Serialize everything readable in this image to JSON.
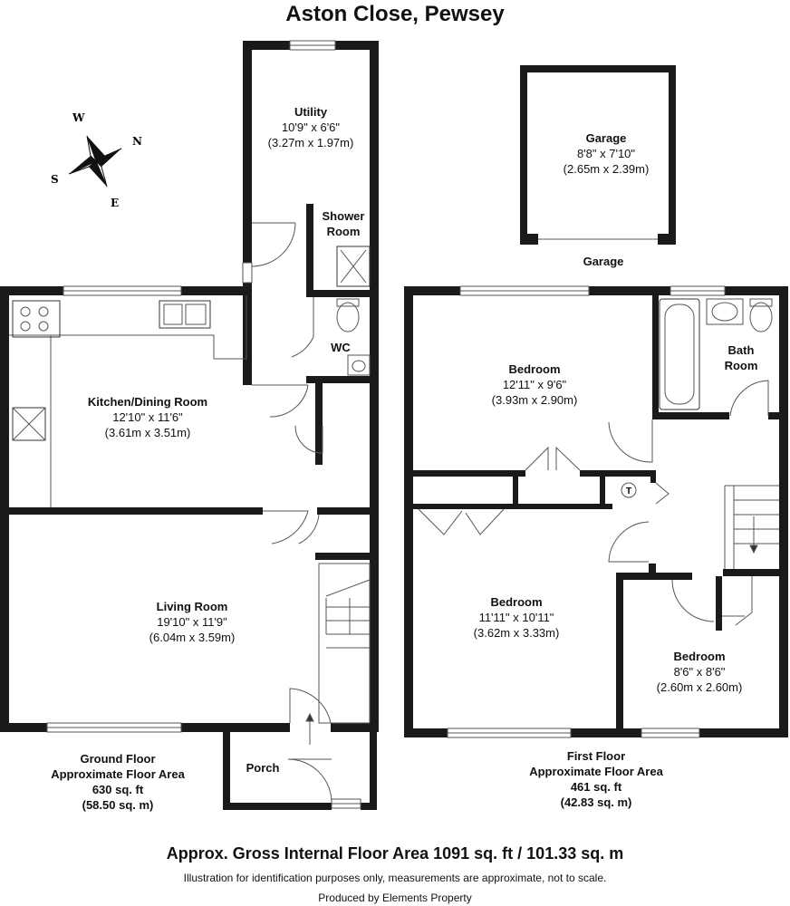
{
  "title": "Aston Close, Pewsey",
  "compass": {
    "n": "N",
    "e": "E",
    "s": "S",
    "w": "W"
  },
  "rooms": {
    "utility": {
      "name": "Utility",
      "imperial": "10'9\" x 6'6\"",
      "metric": "(3.27m x 1.97m)"
    },
    "shower": {
      "line1": "Shower",
      "line2": "Room"
    },
    "wc": {
      "name": "WC"
    },
    "kitchen": {
      "name": "Kitchen/Dining Room",
      "imperial": "12'10\" x 11'6\"",
      "metric": "(3.61m x 3.51m)"
    },
    "living": {
      "name": "Living Room",
      "imperial": "19'10\" x 11'9\"",
      "metric": "(6.04m x 3.59m)"
    },
    "porch": {
      "name": "Porch"
    },
    "garage": {
      "name": "Garage",
      "imperial": "8'8\" x 7'10\"",
      "metric": "(2.65m x 2.39m)"
    },
    "garage_caption": "Garage",
    "bedroom1": {
      "name": "Bedroom",
      "imperial": "12'11\" x 9'6\"",
      "metric": "(3.93m x 2.90m)"
    },
    "bathroom": {
      "line1": "Bath",
      "line2": "Room"
    },
    "bedroom2": {
      "name": "Bedroom",
      "imperial": "11'11\" x 10'11\"",
      "metric": "(3.62m x 3.33m)"
    },
    "bedroom3": {
      "name": "Bedroom",
      "imperial": "8'6\" x 8'6\"",
      "metric": "(2.60m x 2.60m)"
    },
    "tank": "T"
  },
  "ground_floor": {
    "line1": "Ground Floor",
    "line2": "Approximate Floor Area",
    "sqft": "630 sq. ft",
    "sqm": "(58.50 sq. m)"
  },
  "first_floor": {
    "line1": "First Floor",
    "line2": "Approximate Floor Area",
    "sqft": "461 sq. ft",
    "sqm": "(42.83 sq. m)"
  },
  "gross": "Approx. Gross Internal Floor Area 1091 sq. ft / 101.33 sq. m",
  "disclaimer": "Illustration for identification purposes only, measurements are approximate, not to scale.",
  "produced": "Produced by Elements Property",
  "colors": {
    "wall": "#1a1a1a",
    "line": "#555555"
  }
}
